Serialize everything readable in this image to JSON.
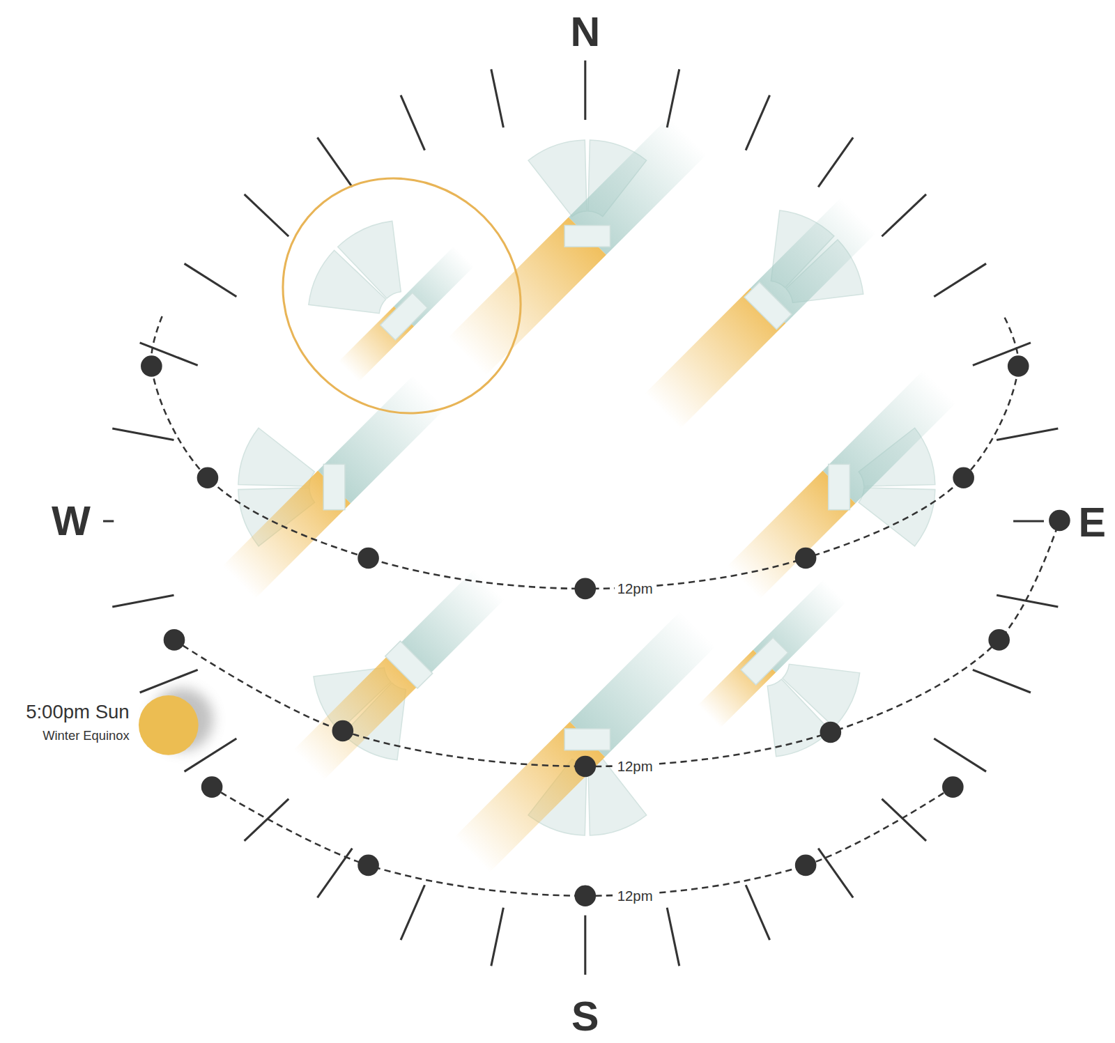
{
  "diagram": {
    "labels": [
      "N",
      "S",
      "W",
      "E",
      "12pm",
      "12pm",
      "12pm",
      "5:00pm Sun",
      "Winter Equinox"
    ]
  }
}
